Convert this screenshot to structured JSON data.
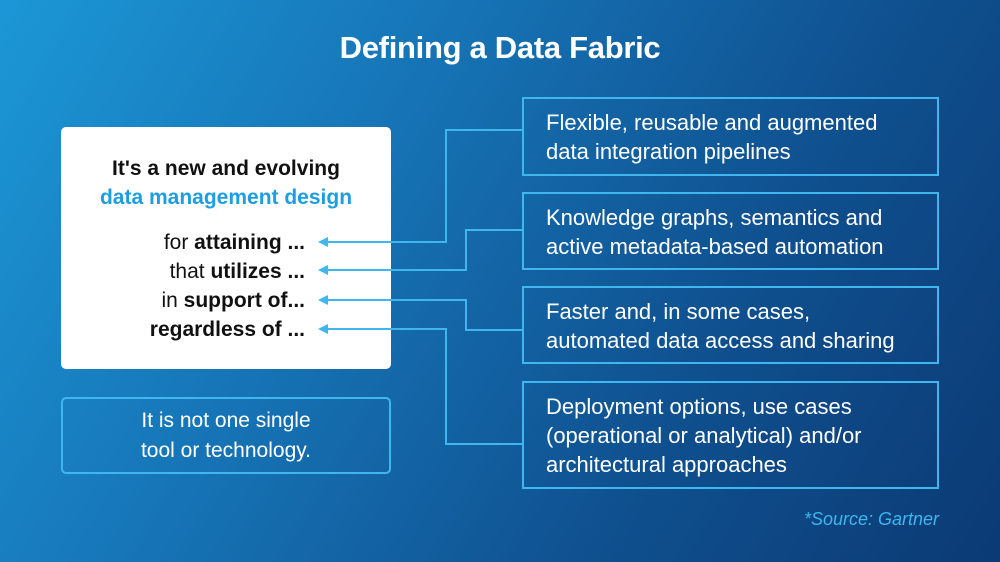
{
  "title": "Defining a Data Fabric",
  "definition": {
    "line1": "It's a new and evolving",
    "line2": "data management design",
    "phrases": [
      {
        "prefix": "for ",
        "keyword": "attaining ..."
      },
      {
        "prefix": "that ",
        "keyword": "utilizes ..."
      },
      {
        "prefix": "in ",
        "keyword": "support of..."
      },
      {
        "prefix": "",
        "keyword": "regardless of ..."
      }
    ]
  },
  "note": {
    "line1": "It is not one single",
    "line2": "tool or technology."
  },
  "items": [
    {
      "line1": "Flexible, reusable and augmented",
      "line2": "data integration pipelines"
    },
    {
      "line1": "Knowledge graphs, semantics and",
      "line2": "active metadata-based automation"
    },
    {
      "line1": "Faster and, in some cases,",
      "line2": "automated data access and sharing"
    },
    {
      "line1": "Deployment options, use cases",
      "line2": "(operational or analytical) and/or",
      "line3": "architectural approaches"
    }
  ],
  "source": "*Source: Gartner",
  "colors": {
    "accent": "#3fb6ee",
    "highlight": "#1e9ee0",
    "card": "#ffffff"
  }
}
